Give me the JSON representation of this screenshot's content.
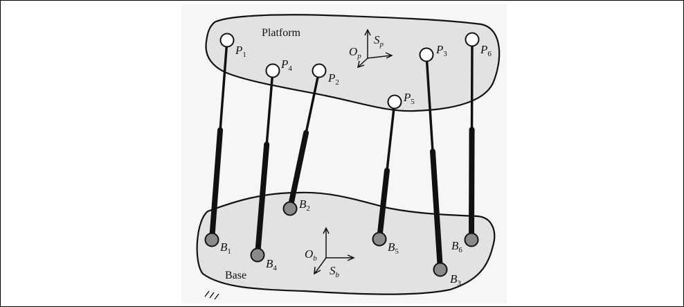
{
  "diagram": {
    "platform_label": "Platform",
    "base_label": "Base",
    "platform_frame": {
      "origin": "O",
      "origin_sub": "p",
      "frame": "S",
      "frame_sub": "p"
    },
    "base_frame": {
      "origin": "O",
      "origin_sub": "b",
      "frame": "S",
      "frame_sub": "b"
    },
    "platform_joints": [
      {
        "id": "P1",
        "letter": "P",
        "sub": "1"
      },
      {
        "id": "P2",
        "letter": "P",
        "sub": "2"
      },
      {
        "id": "P3",
        "letter": "P",
        "sub": "3"
      },
      {
        "id": "P4",
        "letter": "P",
        "sub": "4"
      },
      {
        "id": "P5",
        "letter": "P",
        "sub": "5"
      },
      {
        "id": "P6",
        "letter": "P",
        "sub": "6"
      }
    ],
    "base_joints": [
      {
        "id": "B1",
        "letter": "B",
        "sub": "1"
      },
      {
        "id": "B2",
        "letter": "B",
        "sub": "2"
      },
      {
        "id": "B3",
        "letter": "B",
        "sub": "3"
      },
      {
        "id": "B4",
        "letter": "B",
        "sub": "4"
      },
      {
        "id": "B5",
        "letter": "B",
        "sub": "5"
      },
      {
        "id": "B6",
        "letter": "B",
        "sub": "6"
      }
    ],
    "colors": {
      "body_fill": "#e2e2e2",
      "joint_base": "#8a8a8a",
      "joint_platform": "#ffffff",
      "line": "#111111"
    }
  }
}
